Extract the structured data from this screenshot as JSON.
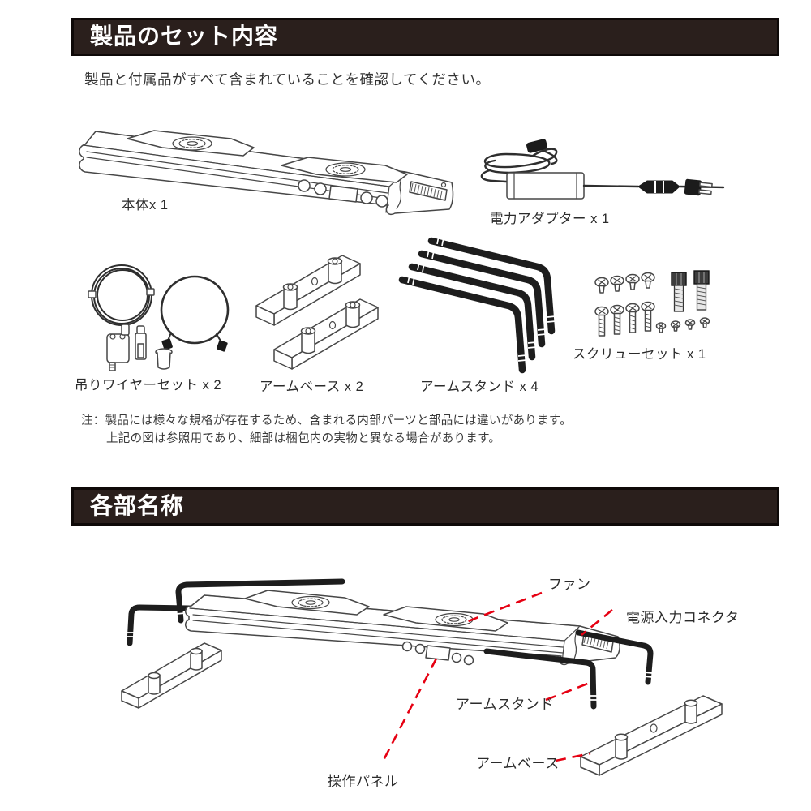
{
  "colors": {
    "header_bg": "#2a1f1c",
    "header_text": "#ffffff",
    "leader_red": "#e60012",
    "line_art": "#474747"
  },
  "set_contents": {
    "title": "製品のセット内容",
    "intro": "製品と付属品がすべて含まれていることを確認してください。",
    "items": [
      {
        "name": "main-unit",
        "label": "本体x 1"
      },
      {
        "name": "power-adapter",
        "label": "電力アダプター x 1"
      },
      {
        "name": "hanging-wire-set",
        "label": "吊りワイヤーセット x 2"
      },
      {
        "name": "arm-base",
        "label": "アームベース x 2"
      },
      {
        "name": "arm-stand",
        "label": "アームスタンド x 4"
      },
      {
        "name": "screw-set",
        "label": "スクリューセット x 1"
      }
    ],
    "note": {
      "line1": "注：製品には様々な規格が存在するため、含まれる内部パーツと部品には違いがあります。",
      "line2": "上記の図は参照用であり、細部は梱包内の実物と異なる場合があります。"
    }
  },
  "part_names": {
    "title": "各部名称",
    "labels": {
      "fan": "ファン",
      "power_input_connector": "電源入力コネクタ",
      "arm_stand": "アームスタンド",
      "arm_base": "アームベース",
      "control_panel": "操作パネル"
    }
  }
}
